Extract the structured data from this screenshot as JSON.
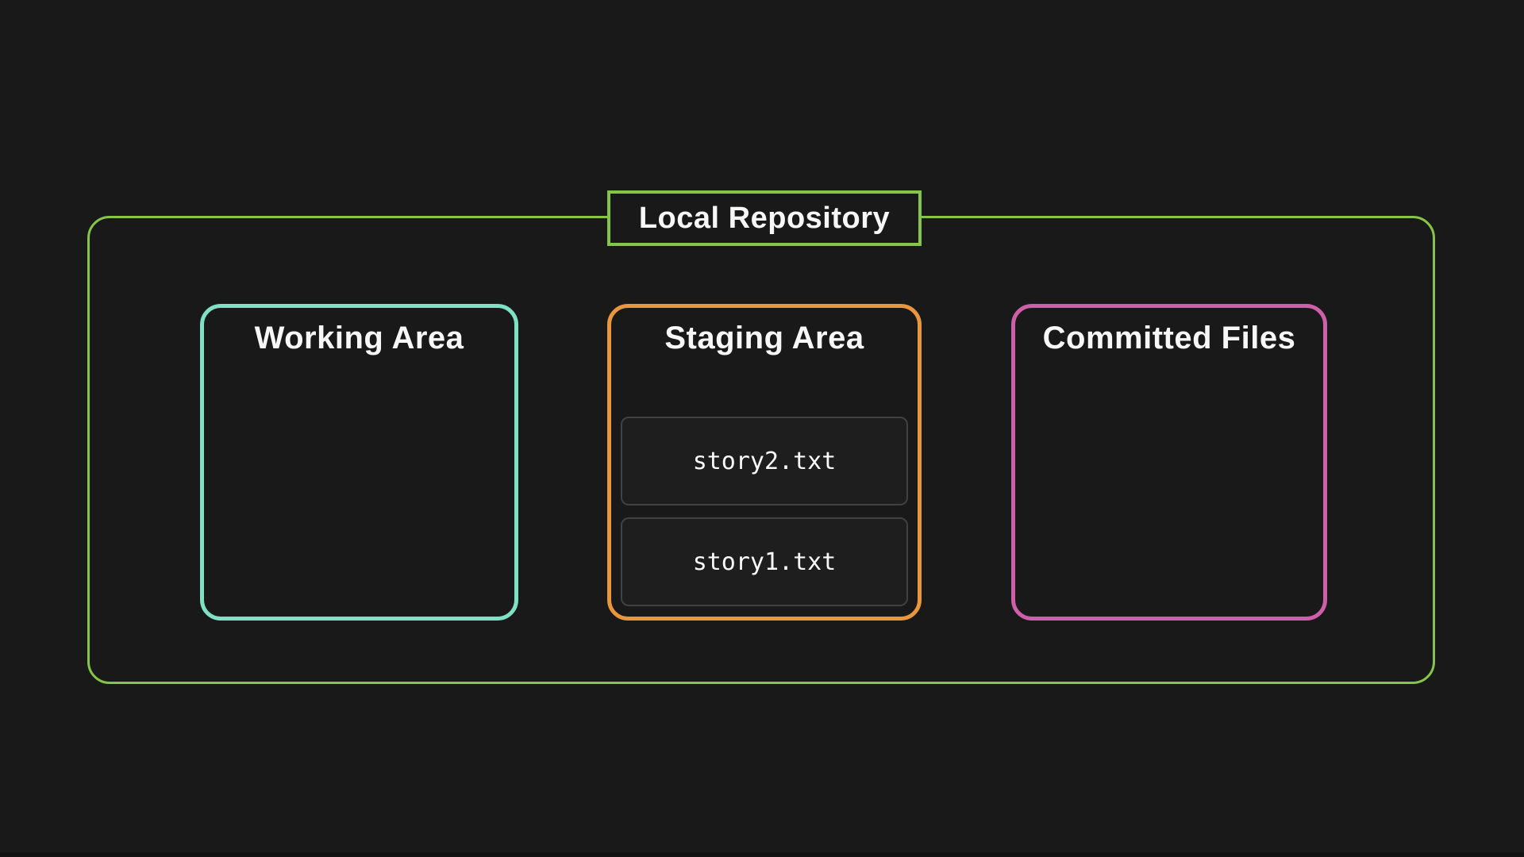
{
  "colors": {
    "background": "#191919",
    "repository_border": "#86c646",
    "working_border": "#7fe0c4",
    "staging_border": "#e8973c",
    "committed_border": "#ce5fa9",
    "file_item_background": "#1e1e1e",
    "file_item_border": "#414141",
    "title_text": "#f7f7f7"
  },
  "diagram": {
    "repository": {
      "label": "Local Repository"
    },
    "areas": [
      {
        "id": "working-area",
        "title": "Working Area",
        "files": []
      },
      {
        "id": "staging-area",
        "title": "Staging Area",
        "files": [
          "story2.txt",
          "story1.txt"
        ]
      },
      {
        "id": "committed-files",
        "title": "Committed Files",
        "files": []
      }
    ]
  }
}
